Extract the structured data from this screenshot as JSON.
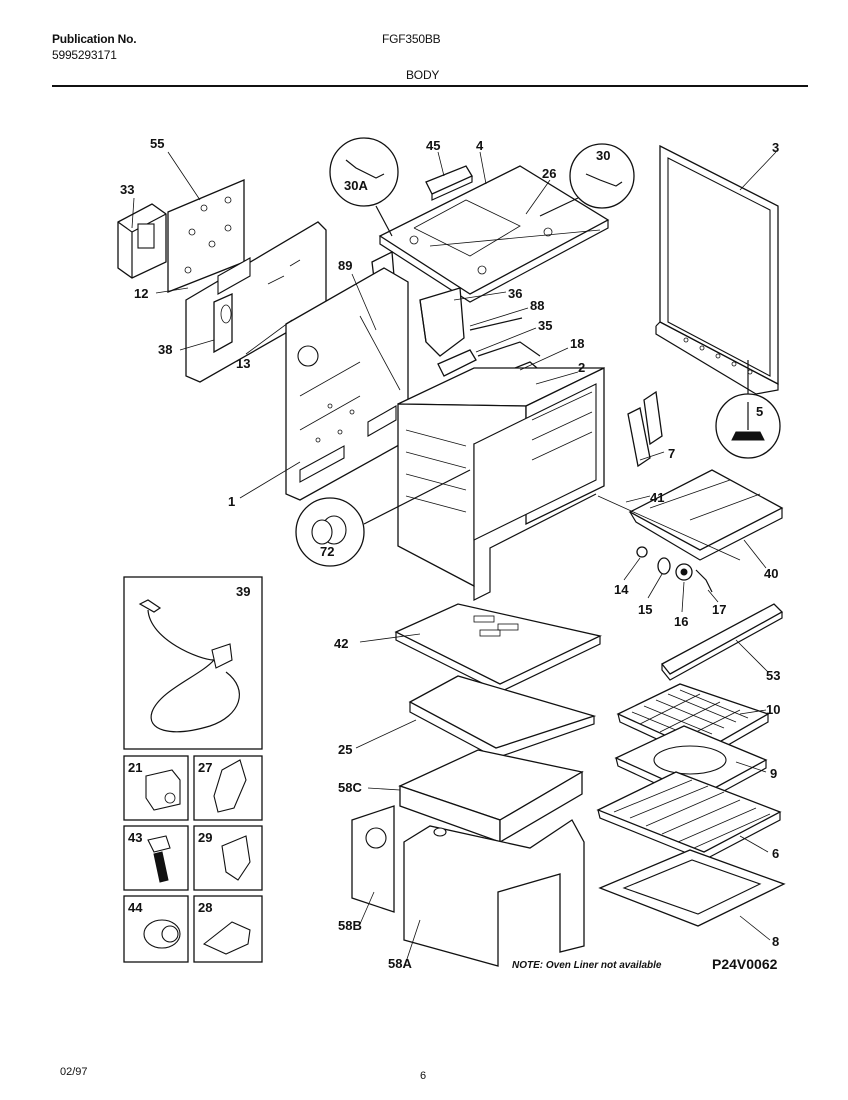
{
  "header": {
    "publication_label": "Publication No.",
    "publication_number": "5995293171",
    "model": "FGF350BB",
    "section_title": "BODY"
  },
  "callouts": [
    "55",
    "33",
    "12",
    "38",
    "13",
    "89",
    "45",
    "4",
    "30A",
    "26",
    "30",
    "3",
    "36",
    "88",
    "35",
    "18",
    "2",
    "5",
    "1",
    "72",
    "7",
    "41",
    "40",
    "14",
    "15",
    "16",
    "17",
    "39",
    "42",
    "53",
    "10",
    "25",
    "9",
    "58C",
    "21",
    "27",
    "43",
    "29",
    "6",
    "58B",
    "44",
    "28",
    "58A",
    "8"
  ],
  "note": "NOTE: Oven Liner not available",
  "drawing_code": "P24V0062",
  "footer": {
    "date": "02/97",
    "page": "6"
  }
}
